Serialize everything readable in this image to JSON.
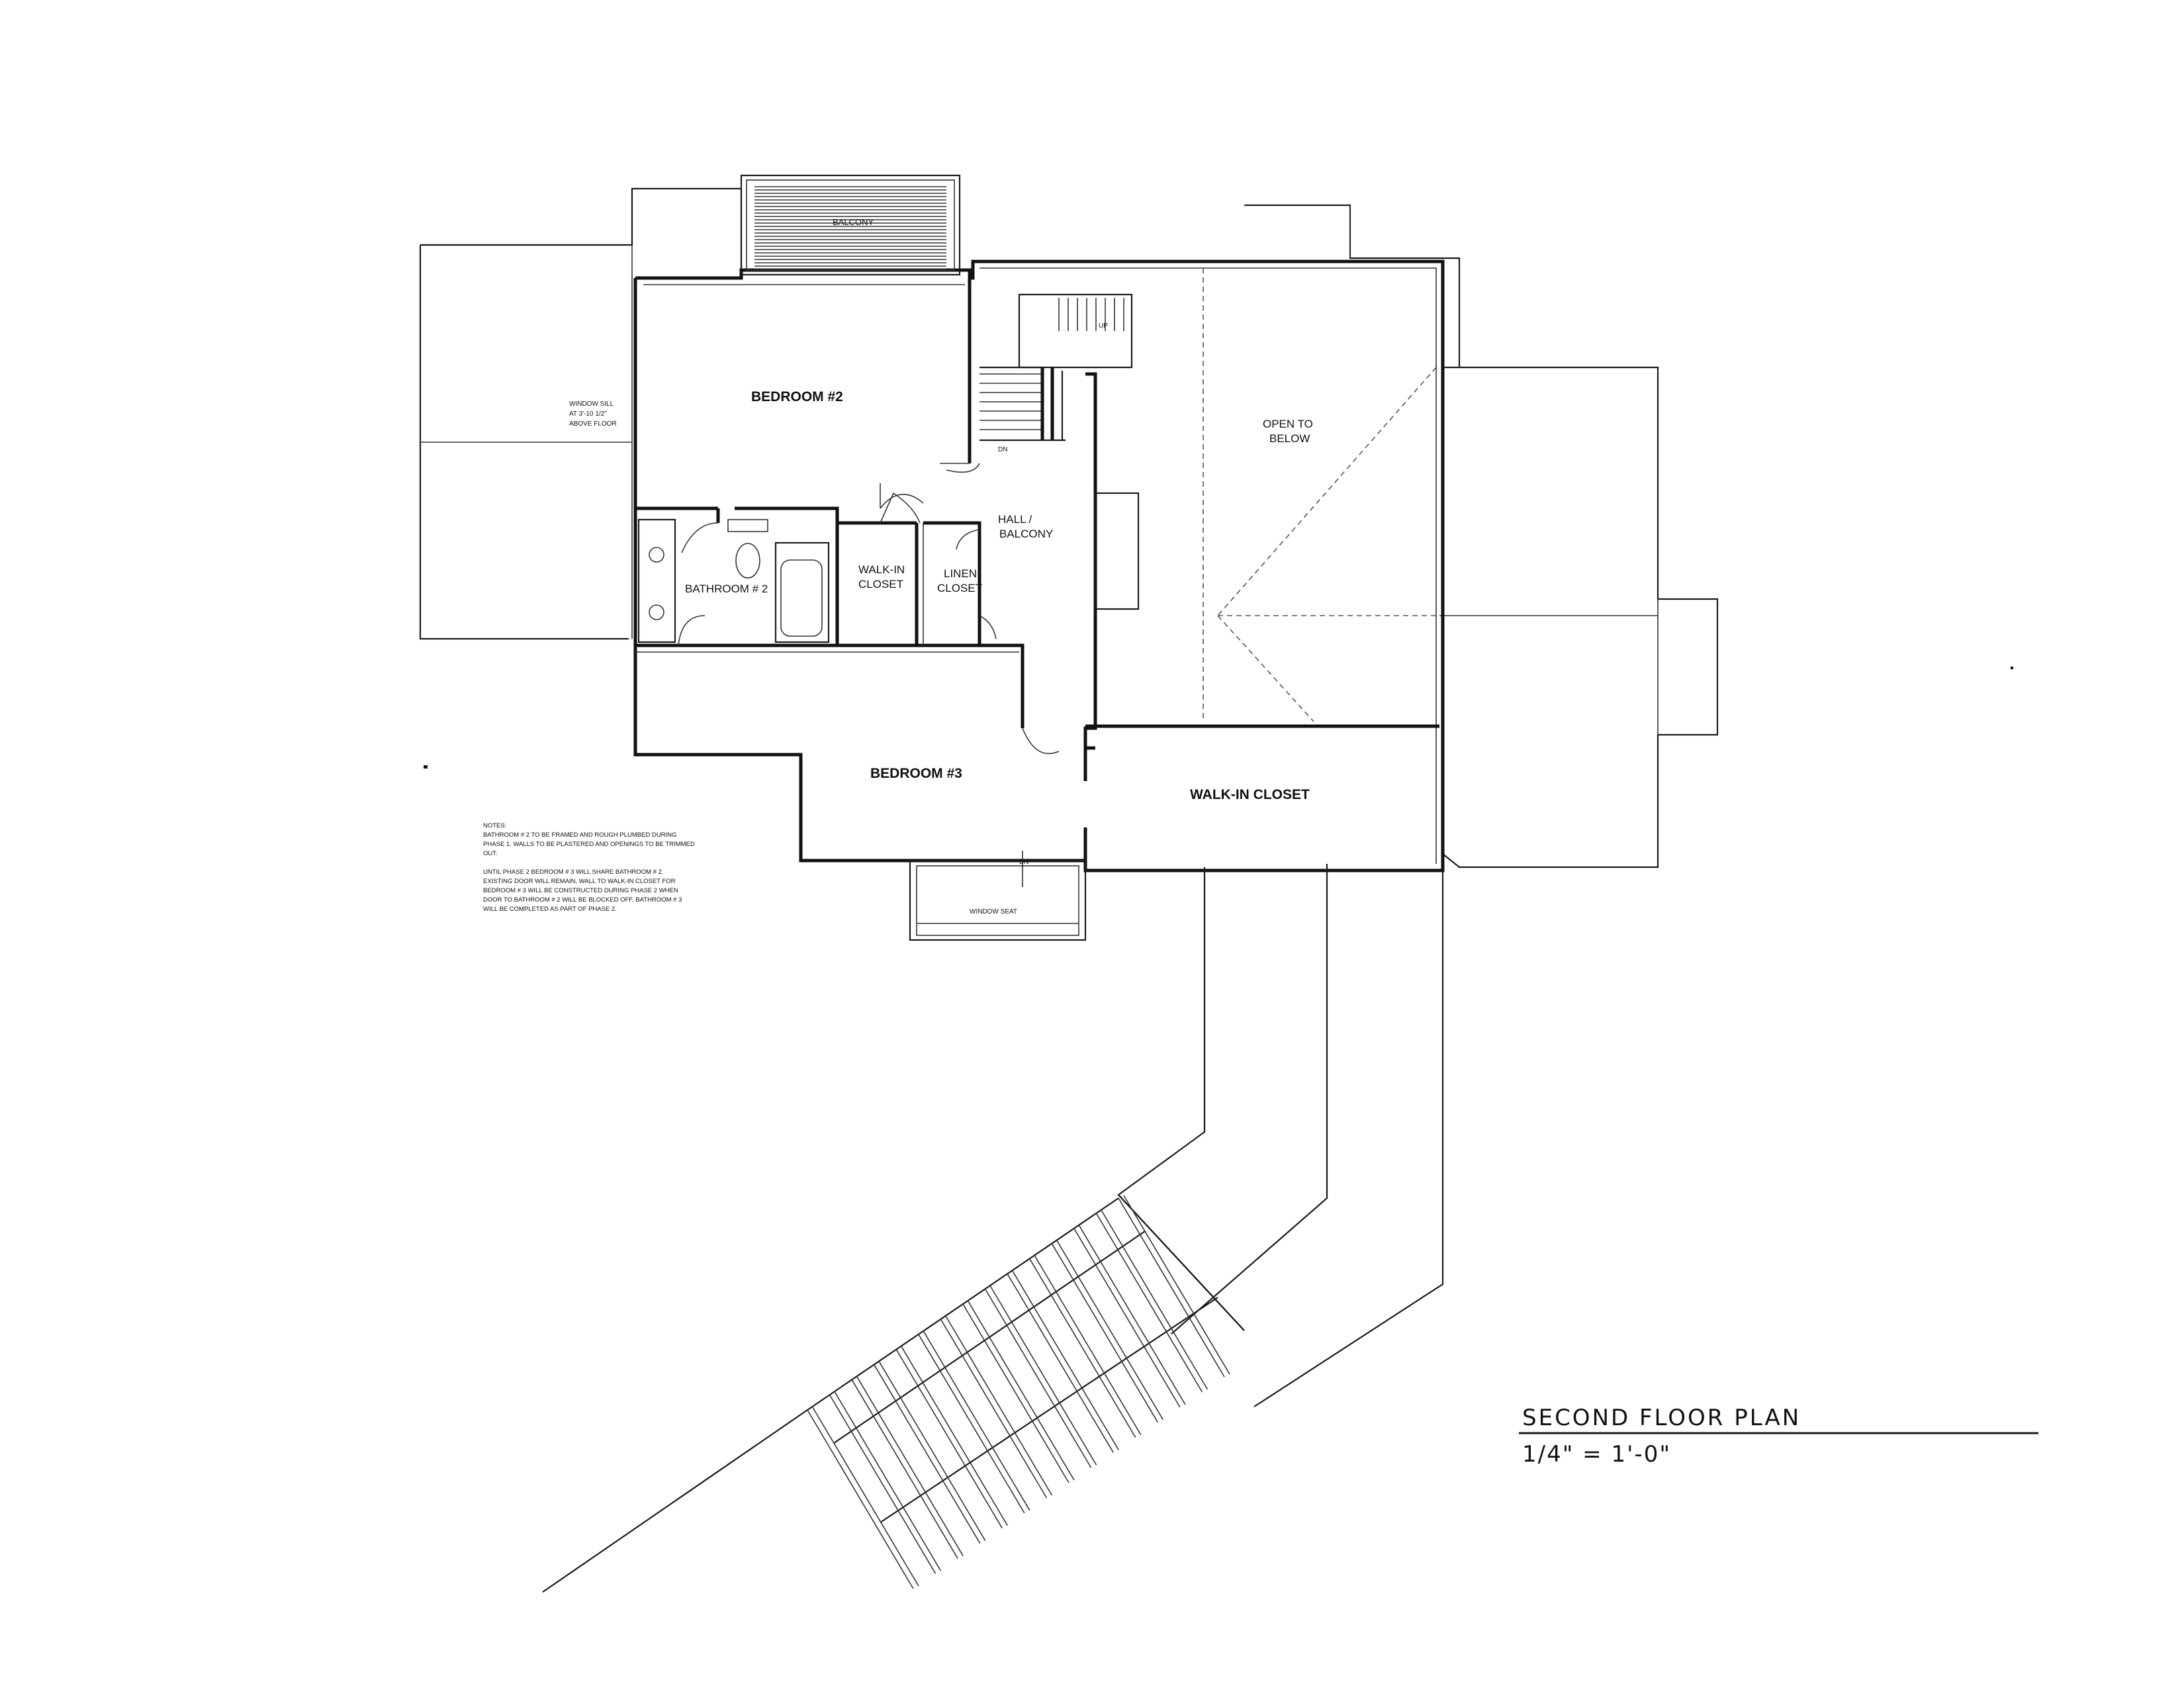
{
  "plan": {
    "title": "SECOND FLOOR PLAN",
    "scale": "1/4\" = 1'-0\"",
    "rooms": {
      "bedroom2": "BEDROOM #2",
      "bedroom3": "BEDROOM #3",
      "walkin_closet_large": "WALK-IN CLOSET",
      "bathroom2": "BATHROOM # 2",
      "walkin_closet_small_line1": "WALK-IN",
      "walkin_closet_small_line2": "CLOSET",
      "linen_closet_line1": "LINEN",
      "linen_closet_line2": "CLOSET",
      "hall_line1": "HALL /",
      "hall_line2": "BALCONY",
      "open_below_line1": "OPEN TO",
      "open_below_line2": "BELOW",
      "balcony": "BALCONY",
      "window_seat": "WINDOW SEAT",
      "stair_dn": "DN",
      "stair_up": "UP"
    },
    "window_sill_note": [
      "WINDOW SILL",
      "AT 3'-10 1/2\"",
      "ABOVE FLOOR"
    ],
    "notes": [
      "NOTES:",
      "BATHROOM # 2 TO BE FRAMED AND ROUGH PLUMBED DURING",
      "PHASE 1. WALLS TO BE PLASTERED AND OPENINGS TO BE TRIMMED",
      "OUT.",
      "",
      "UNTIL PHASE 2 BEDROOM # 3 WILL SHARE BATHROOM # 2.",
      "EXISTING DOOR WILL REMAIN. WALL TO WALK-IN CLOSET FOR",
      "BEDROOM # 3 WILL BE CONSTRUCTED DURING PHASE 2 WHEN",
      "DOOR TO BATHROOM # 2 WILL BE BLOCKED OFF. BATHROOM # 3",
      "WILL BE COMPLETED AS PART OF PHASE 2."
    ]
  }
}
